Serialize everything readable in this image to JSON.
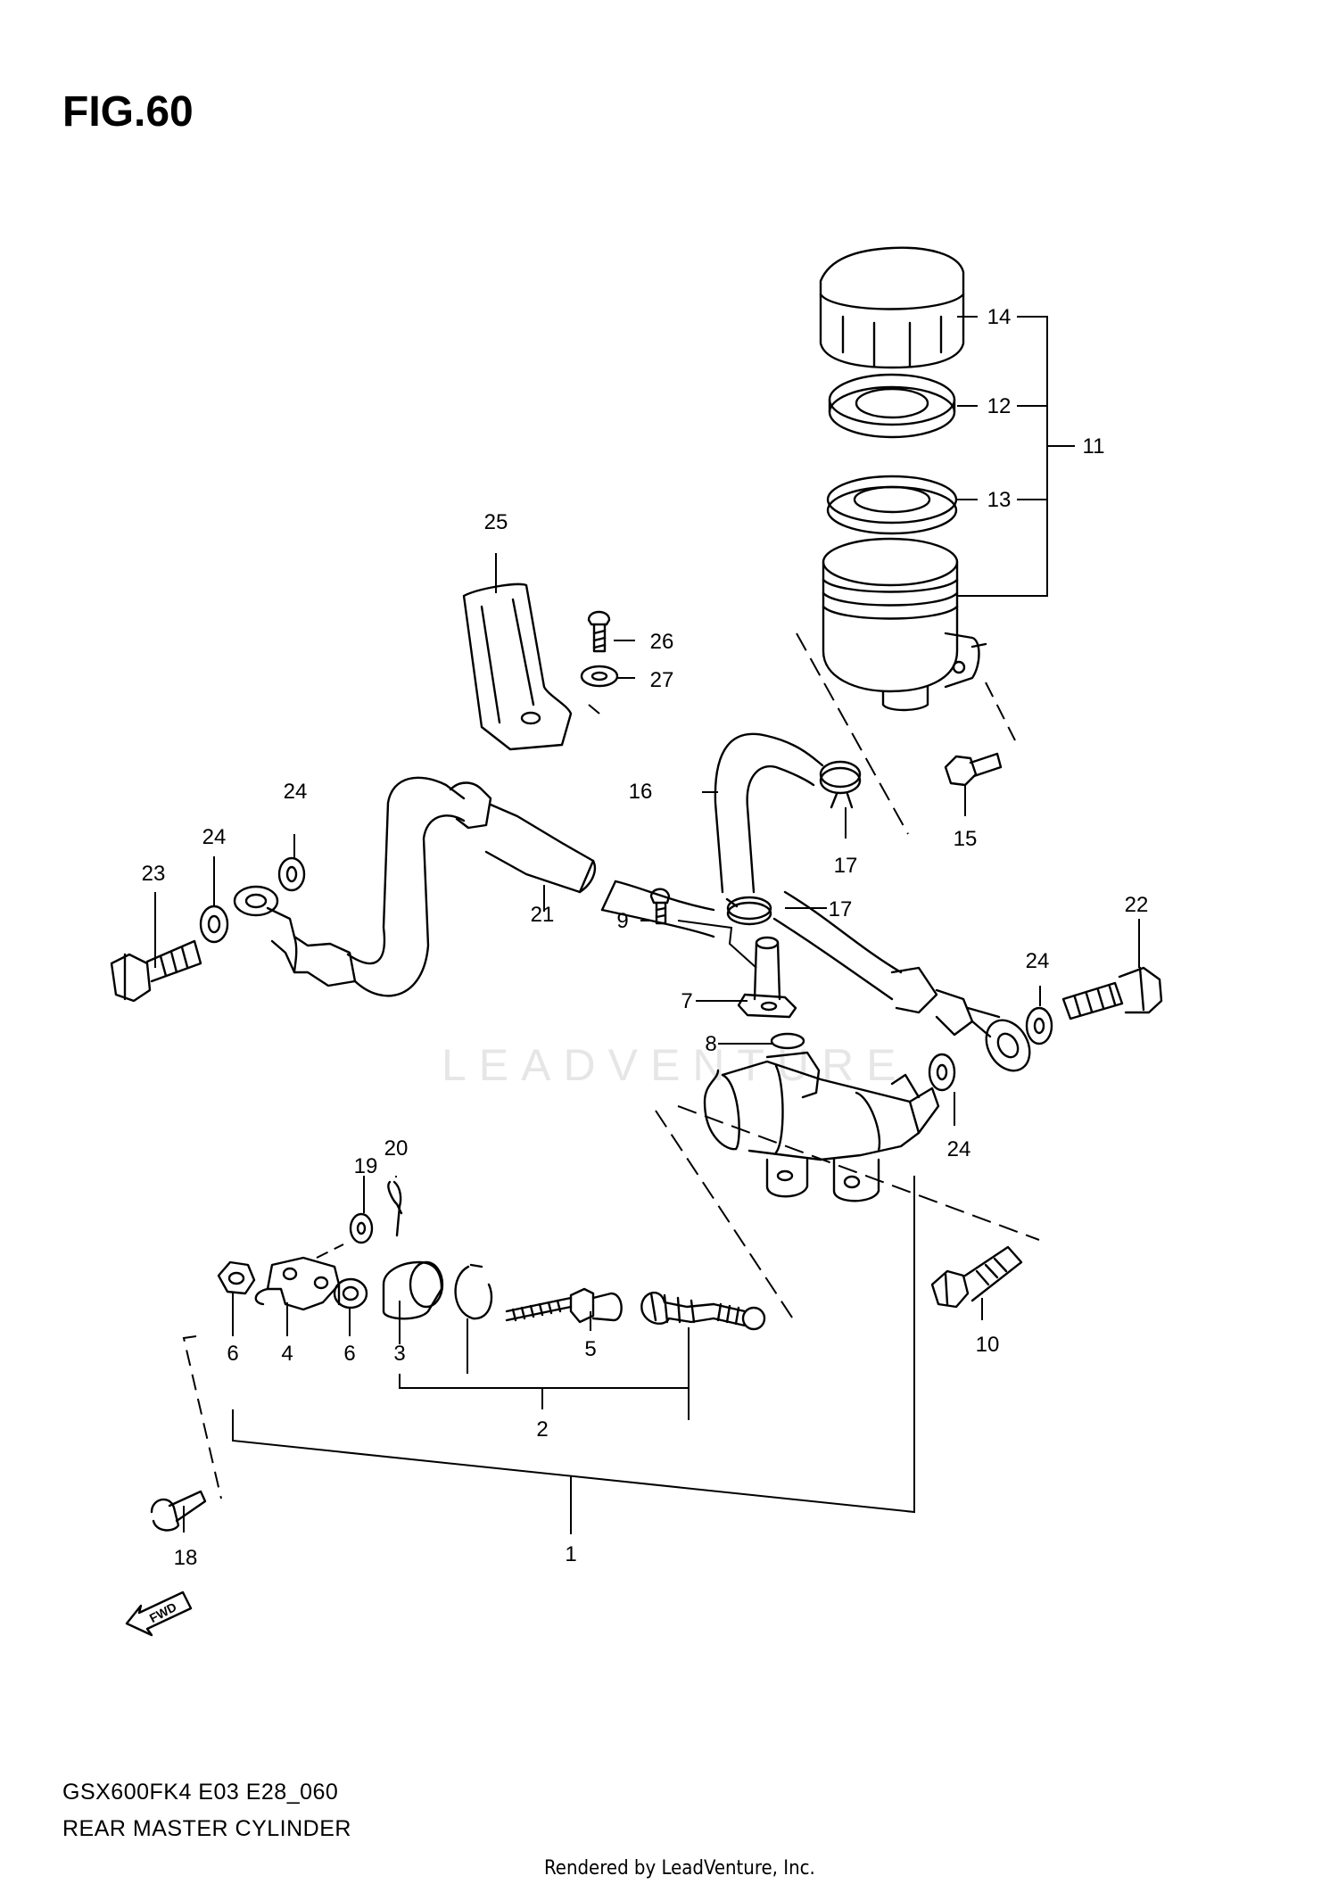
{
  "figure_label": "FIG.60",
  "model_code": "GSX600FK4 E03 E28_060",
  "diagram_title": "REAR MASTER CYLINDER",
  "credit": "Rendered by LeadVenture, Inc.",
  "watermark": "LEADVENTURE",
  "fwd_label": "FWD",
  "callouts": [
    {
      "id": "c1",
      "num": "1"
    },
    {
      "id": "c2",
      "num": "2"
    },
    {
      "id": "c3",
      "num": "3"
    },
    {
      "id": "c4",
      "num": "4"
    },
    {
      "id": "c5",
      "num": "5"
    },
    {
      "id": "c6a",
      "num": "6"
    },
    {
      "id": "c6b",
      "num": "6"
    },
    {
      "id": "c7",
      "num": "7"
    },
    {
      "id": "c8",
      "num": "8"
    },
    {
      "id": "c9",
      "num": "9"
    },
    {
      "id": "c10",
      "num": "10"
    },
    {
      "id": "c11",
      "num": "11"
    },
    {
      "id": "c12",
      "num": "12"
    },
    {
      "id": "c13",
      "num": "13"
    },
    {
      "id": "c14",
      "num": "14"
    },
    {
      "id": "c15",
      "num": "15"
    },
    {
      "id": "c16",
      "num": "16"
    },
    {
      "id": "c17a",
      "num": "17"
    },
    {
      "id": "c17b",
      "num": "17"
    },
    {
      "id": "c18",
      "num": "18"
    },
    {
      "id": "c19",
      "num": "19"
    },
    {
      "id": "c20",
      "num": "20"
    },
    {
      "id": "c21",
      "num": "21"
    },
    {
      "id": "c22",
      "num": "22"
    },
    {
      "id": "c23",
      "num": "23"
    },
    {
      "id": "c24a",
      "num": "24"
    },
    {
      "id": "c24b",
      "num": "24"
    },
    {
      "id": "c24c",
      "num": "24"
    },
    {
      "id": "c24d",
      "num": "24"
    },
    {
      "id": "c25",
      "num": "25"
    },
    {
      "id": "c26",
      "num": "26"
    },
    {
      "id": "c27",
      "num": "27"
    }
  ]
}
